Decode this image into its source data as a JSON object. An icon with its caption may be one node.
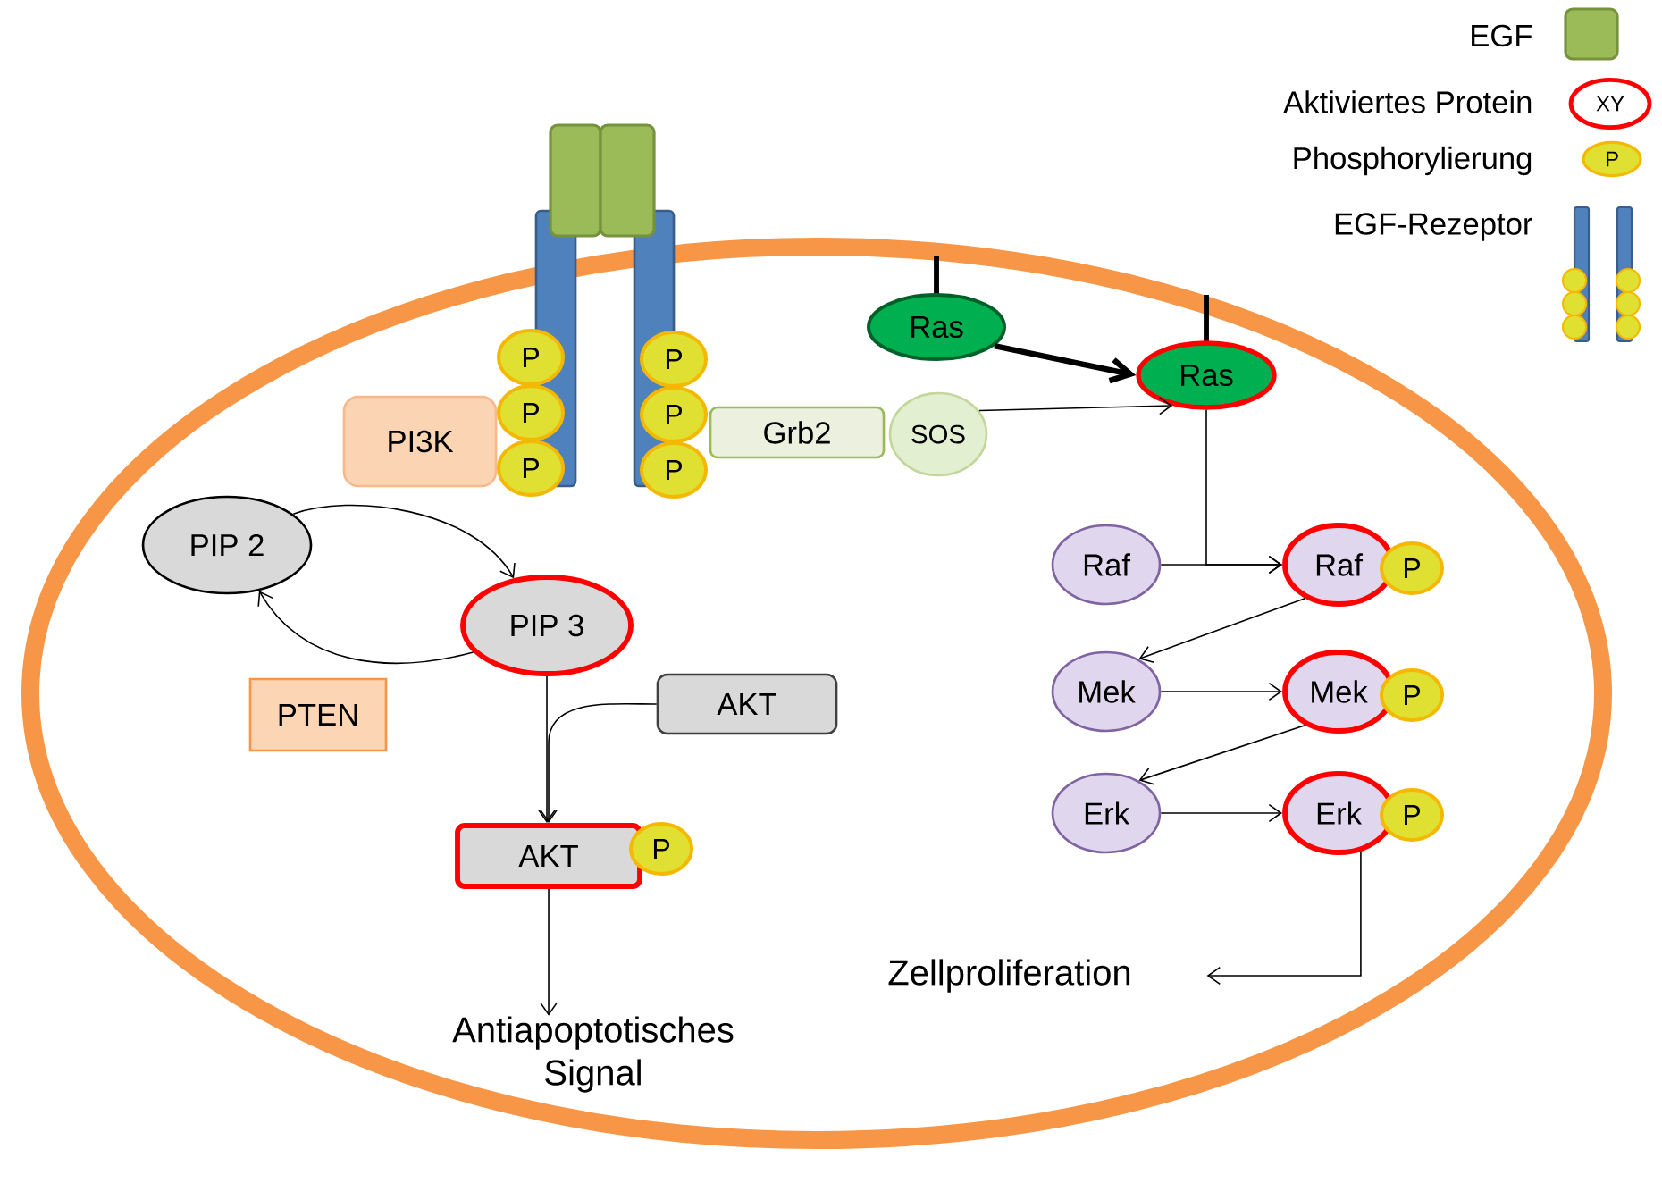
{
  "diagram": {
    "nodes": [
      {
        "text": [
          "PI3K"
        ]
      },
      {
        "text": [
          "P"
        ]
      },
      {
        "text": [
          "P"
        ]
      },
      {
        "text": [
          "P"
        ]
      },
      {
        "text": [
          "P"
        ]
      },
      {
        "text": [
          "P"
        ]
      },
      {
        "text": [
          "P"
        ]
      },
      {
        "text": [
          "Grb2"
        ]
      },
      {
        "text": [
          "SOS"
        ]
      },
      {
        "text": [
          "Ras"
        ]
      },
      {
        "text": [
          "Ras"
        ]
      },
      {
        "text": [
          "PIP 2"
        ]
      },
      {
        "text": [
          "PIP 3"
        ]
      },
      {
        "text": [
          "PTEN"
        ]
      },
      {
        "text": [
          "AKT"
        ]
      },
      {
        "text": [
          "AKT"
        ]
      },
      {
        "text": [
          "P"
        ]
      },
      {
        "text": [
          "Antiapoptotisches Signal"
        ]
      },
      {
        "text": [
          "Raf"
        ]
      },
      {
        "text": [
          "Raf"
        ]
      },
      {
        "text": [
          "P"
        ]
      },
      {
        "text": [
          "Mek"
        ]
      },
      {
        "text": [
          "Mek"
        ]
      },
      {
        "text": [
          "P"
        ]
      },
      {
        "text": [
          "Erk"
        ]
      },
      {
        "text": [
          "Erk"
        ]
      },
      {
        "text": [
          "P"
        ]
      },
      {
        "text": [
          "Zellproliferation"
        ]
      }
    ],
    "edges": [
      {
        "from": 11,
        "to": 12,
        "arrow": "to"
      },
      {
        "from": 12,
        "to": 11,
        "arrow": "to"
      },
      {
        "from": 12,
        "to": 15,
        "arrow": "to"
      },
      {
        "from": 14,
        "to": 15,
        "arrow": "to"
      },
      {
        "from": 15,
        "to": 17,
        "arrow": "to"
      },
      {
        "from": 9,
        "to": 10,
        "arrow": "to",
        "style": "thick"
      },
      {
        "from": 8,
        "to": 10,
        "arrow": "to"
      },
      {
        "from": 10,
        "to": 19,
        "arrow": "to"
      },
      {
        "from": 18,
        "to": 19,
        "arrow": "to"
      },
      {
        "from": 19,
        "to": 21,
        "arrow": "to"
      },
      {
        "from": 21,
        "to": 22,
        "arrow": "to"
      },
      {
        "from": 22,
        "to": 24,
        "arrow": "to"
      },
      {
        "from": 24,
        "to": 25,
        "arrow": "to"
      },
      {
        "from": 25,
        "to": 27,
        "arrow": "to"
      }
    ],
    "labels": [
      "XY",
      "P"
    ],
    "legend": [
      {
        "text": "EGF",
        "color": "#9bbb59"
      },
      {
        "text": "Aktiviertes Protein"
      },
      {
        "text": "Phosphorylierung"
      },
      {
        "text": "EGF-Rezeptor"
      }
    ]
  }
}
